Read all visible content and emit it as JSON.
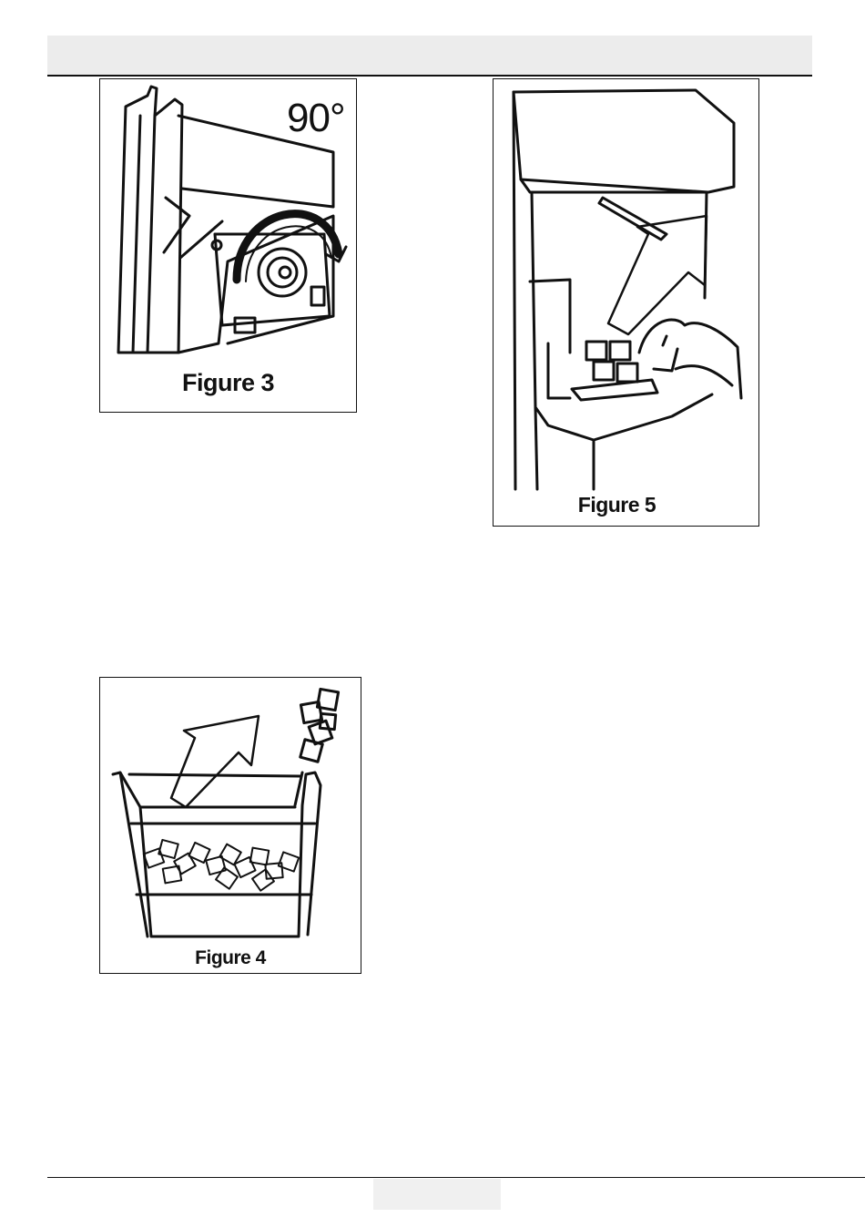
{
  "figures": {
    "fig3": {
      "caption": "Figure 3",
      "angle_label": "90°"
    },
    "fig4": {
      "caption": "Figure 4"
    },
    "fig5": {
      "caption": "Figure 5"
    }
  }
}
